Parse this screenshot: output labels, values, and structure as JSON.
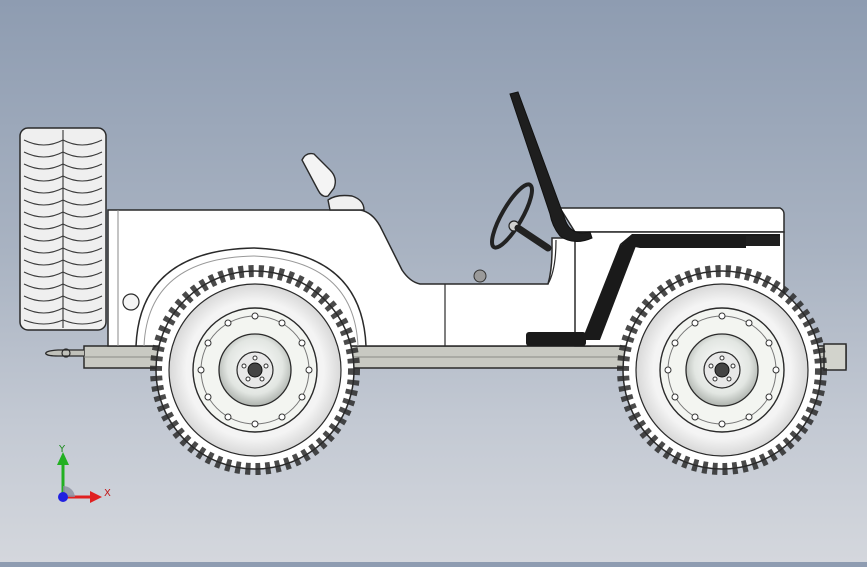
{
  "viewport": {
    "background_top": "#8e9cb1",
    "background_bottom": "#d4d7dd",
    "model": "jeep-side-view"
  },
  "triad": {
    "x_label": "X",
    "y_label": "Y",
    "x_color": "#e02020",
    "y_color": "#22b022",
    "z_color": "#2020e0"
  }
}
